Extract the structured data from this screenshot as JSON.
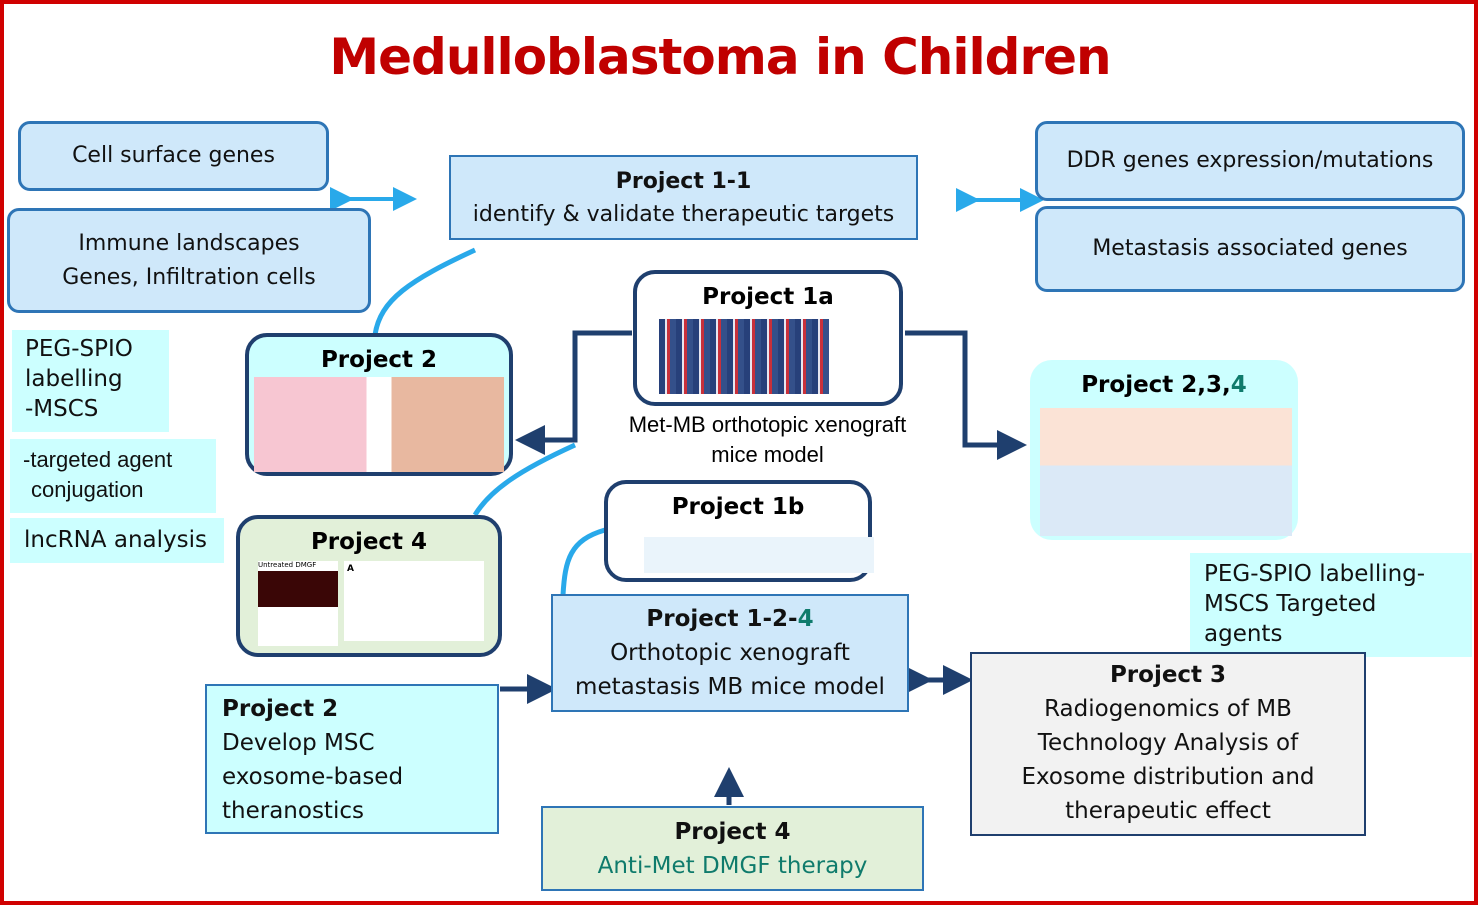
{
  "title": "Medulloblastoma in Children",
  "left_boxes": {
    "cell_surface": "Cell surface genes",
    "immune_1": "Immune landscapes",
    "immune_2": "Genes, Infiltration cells"
  },
  "right_boxes": {
    "ddr": "DDR genes expression/mutations",
    "metastasis": "Metastasis associated genes"
  },
  "p11": {
    "title": "Project 1-1",
    "subtitle": "identify & validate therapeutic targets"
  },
  "p1a": {
    "title": "Project 1a",
    "caption_1": "Met-MB orthotopic xenograft",
    "caption_2": "mice model"
  },
  "p1b": {
    "title": "Project 1b"
  },
  "p2_card": {
    "title": "Project 2"
  },
  "p4_card": {
    "title": "Project 4",
    "img_labels": [
      "Untreated",
      "DMGF"
    ],
    "panel_label": "A"
  },
  "p234": {
    "title_prefix": "Project 2,3,",
    "title_accent": "4"
  },
  "left_labels": {
    "peg_1": "PEG-SPIO",
    "peg_2": "labelling",
    "peg_3": "-MSCS",
    "targeted_1": "-targeted agent",
    "targeted_2": "conjugation",
    "lncrna": "lncRNA analysis"
  },
  "right_label": {
    "line1": "PEG-SPIO labelling-",
    "line2": "MSCS Targeted",
    "line3": "agents"
  },
  "p124": {
    "title_prefix": "Project 1-2-",
    "title_accent": "4",
    "line1": "Orthotopic xenograft",
    "line2": "metastasis MB mice model"
  },
  "p2_box": {
    "title": "Project 2",
    "line1": "Develop MSC",
    "line2": "exosome-based",
    "line3": "theranostics"
  },
  "p3_box": {
    "title": "Project 3",
    "line1": "Radiogenomics of MB",
    "line2": "Technology Analysis of",
    "line3": "Exosome distribution and",
    "line4": "therapeutic effect"
  },
  "p4_box": {
    "title": "Project 4",
    "subtitle": "Anti-Met DMGF therapy"
  },
  "colors": {
    "title": "#c00000",
    "accent_teal": "#0f7b6c",
    "connector": "#29a9ea",
    "arrow_dark": "#1f3f6e",
    "frame": "#d00000"
  }
}
